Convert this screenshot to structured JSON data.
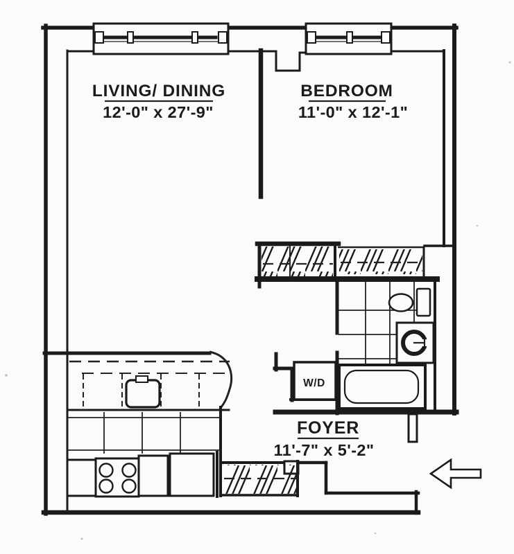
{
  "title": "Apartment floor plan",
  "colors": {
    "background": "#fbfbf9",
    "ink": "#1b1b1b"
  },
  "rooms": {
    "living": {
      "name": "LIVING/ DINING",
      "dims": "12'-0\" x 27'-9\""
    },
    "bedroom": {
      "name": "BEDROOM",
      "dims": "11'-0\" x 12'-1\""
    },
    "foyer": {
      "name": "FOYER",
      "dims": "11'-7\" x 5'-2\""
    }
  },
  "fixtures": {
    "washer_dryer": "W/D",
    "entry_arrow_direction": "left",
    "items": [
      "window",
      "closet",
      "toilet",
      "vanity-sink",
      "bathtub",
      "kitchen-sink",
      "stove",
      "counter",
      "tile-floor"
    ]
  }
}
